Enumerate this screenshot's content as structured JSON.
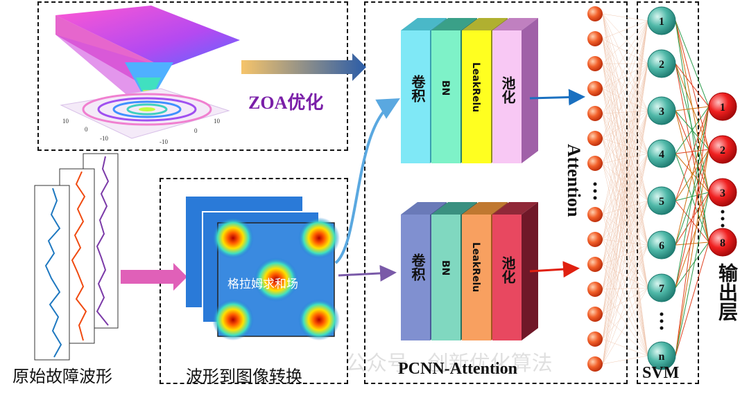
{
  "labels": {
    "zoa": "ZOA优化",
    "raw_waveform": "原始故障波形",
    "wave_to_image": "波形到图像转换",
    "gaf": "格拉姆求和场",
    "pcnn": "PCNN-Attention",
    "attention": "Attention",
    "svm": "SVM",
    "output": "输出层"
  },
  "cnn_layers": [
    "卷积",
    "BN",
    "LeakRelu",
    "池化"
  ],
  "svm_nodes": [
    "1",
    "2",
    "3",
    "4",
    "5",
    "6",
    "7",
    "n"
  ],
  "output_nodes": [
    "1",
    "2",
    "3",
    "8"
  ],
  "surface_ticks": [
    "10",
    "0",
    "-10",
    "10",
    "0",
    "-10"
  ],
  "watermark": "公众号 · 创新优化算法",
  "colors": {
    "attention_node": "#e8401c",
    "svm_node": "#2a9a8c",
    "output_node": "#e81010",
    "zoa_text": "#7a1fa8"
  }
}
